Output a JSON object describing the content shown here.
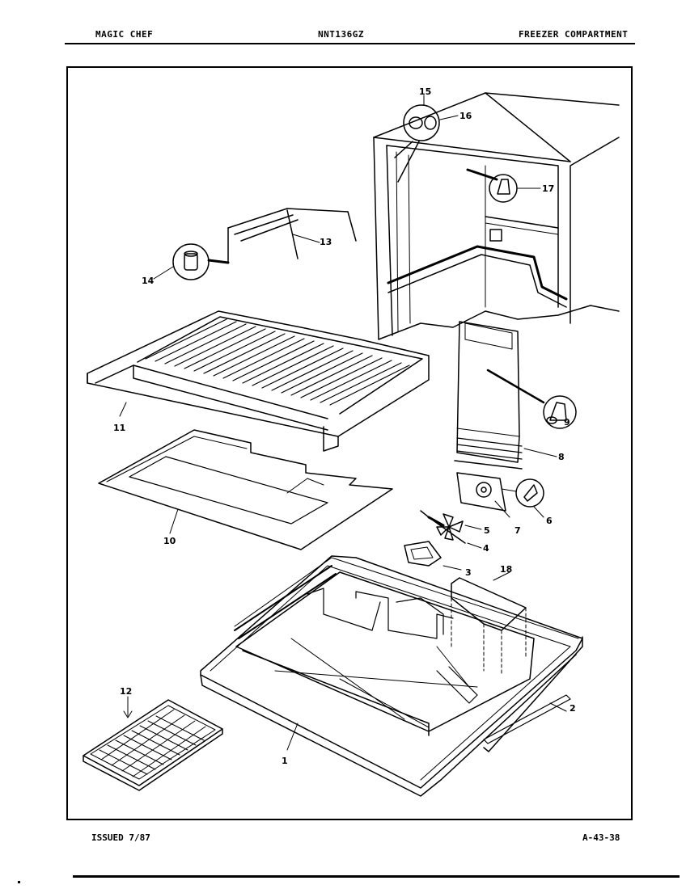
{
  "header": {
    "brand": "MAGIC CHEF",
    "model": "NNT136GZ",
    "section": "FREEZER COMPARTMENT"
  },
  "footer": {
    "issued": "ISSUED 7/87",
    "page_code": "A-43-38"
  },
  "callouts": {
    "c1": "1",
    "c2": "2",
    "c3": "3",
    "c4": "4",
    "c5": "5",
    "c6": "6",
    "c7": "7",
    "c8": "8",
    "c9": "9",
    "c10": "10",
    "c11": "11",
    "c12": "12",
    "c13": "13",
    "c14": "14",
    "c15": "15",
    "c16": "16",
    "c17": "17",
    "c18": "18"
  }
}
